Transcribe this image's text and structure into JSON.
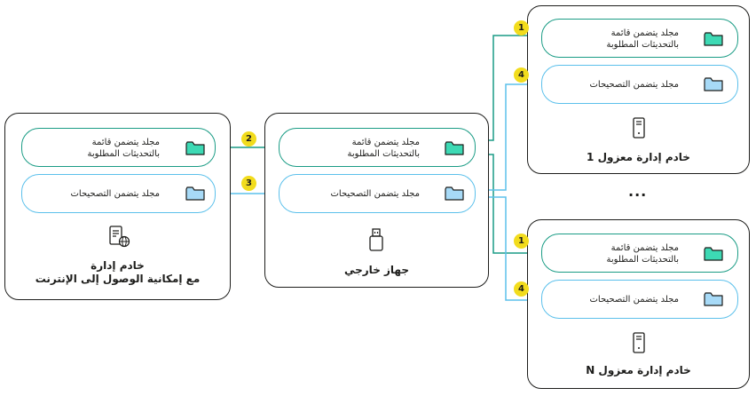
{
  "internet_server": {
    "title_line1": "خادم إدارة",
    "title_line2": "مع إمكانية الوصول إلى الإنترنت",
    "updates_folder_line1": "مجلد يتضمن قائمة",
    "updates_folder_line2": "بالتحديثات المطلوبة",
    "patches_folder": "مجلد يتضمن التصحيحات"
  },
  "external_device": {
    "title": "جهاز خارجي",
    "updates_folder_line1": "مجلد يتضمن قائمة",
    "updates_folder_line2": "بالتحديثات المطلوبة",
    "patches_folder": "مجلد يتضمن التصحيحات"
  },
  "isolated_server_1": {
    "title": "خادم إدارة معزول 1",
    "updates_folder_line1": "مجلد يتضمن قائمة",
    "updates_folder_line2": "بالتحديثات المطلوبة",
    "patches_folder": "مجلد يتضمن التصحيحات"
  },
  "isolated_server_n": {
    "title": "خادم إدارة معزول N",
    "updates_folder_line1": "مجلد يتضمن قائمة",
    "updates_folder_line2": "بالتحديثات المطلوبة",
    "patches_folder": "مجلد يتضمن التصحيحات"
  },
  "ellipsis": "...",
  "steps": {
    "s1": "1",
    "s2": "2",
    "s3": "3",
    "s4": "4"
  },
  "colors": {
    "green": "#1a9c85",
    "blue": "#5bc0eb",
    "badge": "#f2dc1d",
    "folder_green": "#3dd9b4",
    "folder_blue": "#a7daf7"
  },
  "icons": {
    "server": "server-icon",
    "server_globe": "server-globe-icon",
    "usb": "usb-drive-icon",
    "folder": "folder-icon"
  }
}
